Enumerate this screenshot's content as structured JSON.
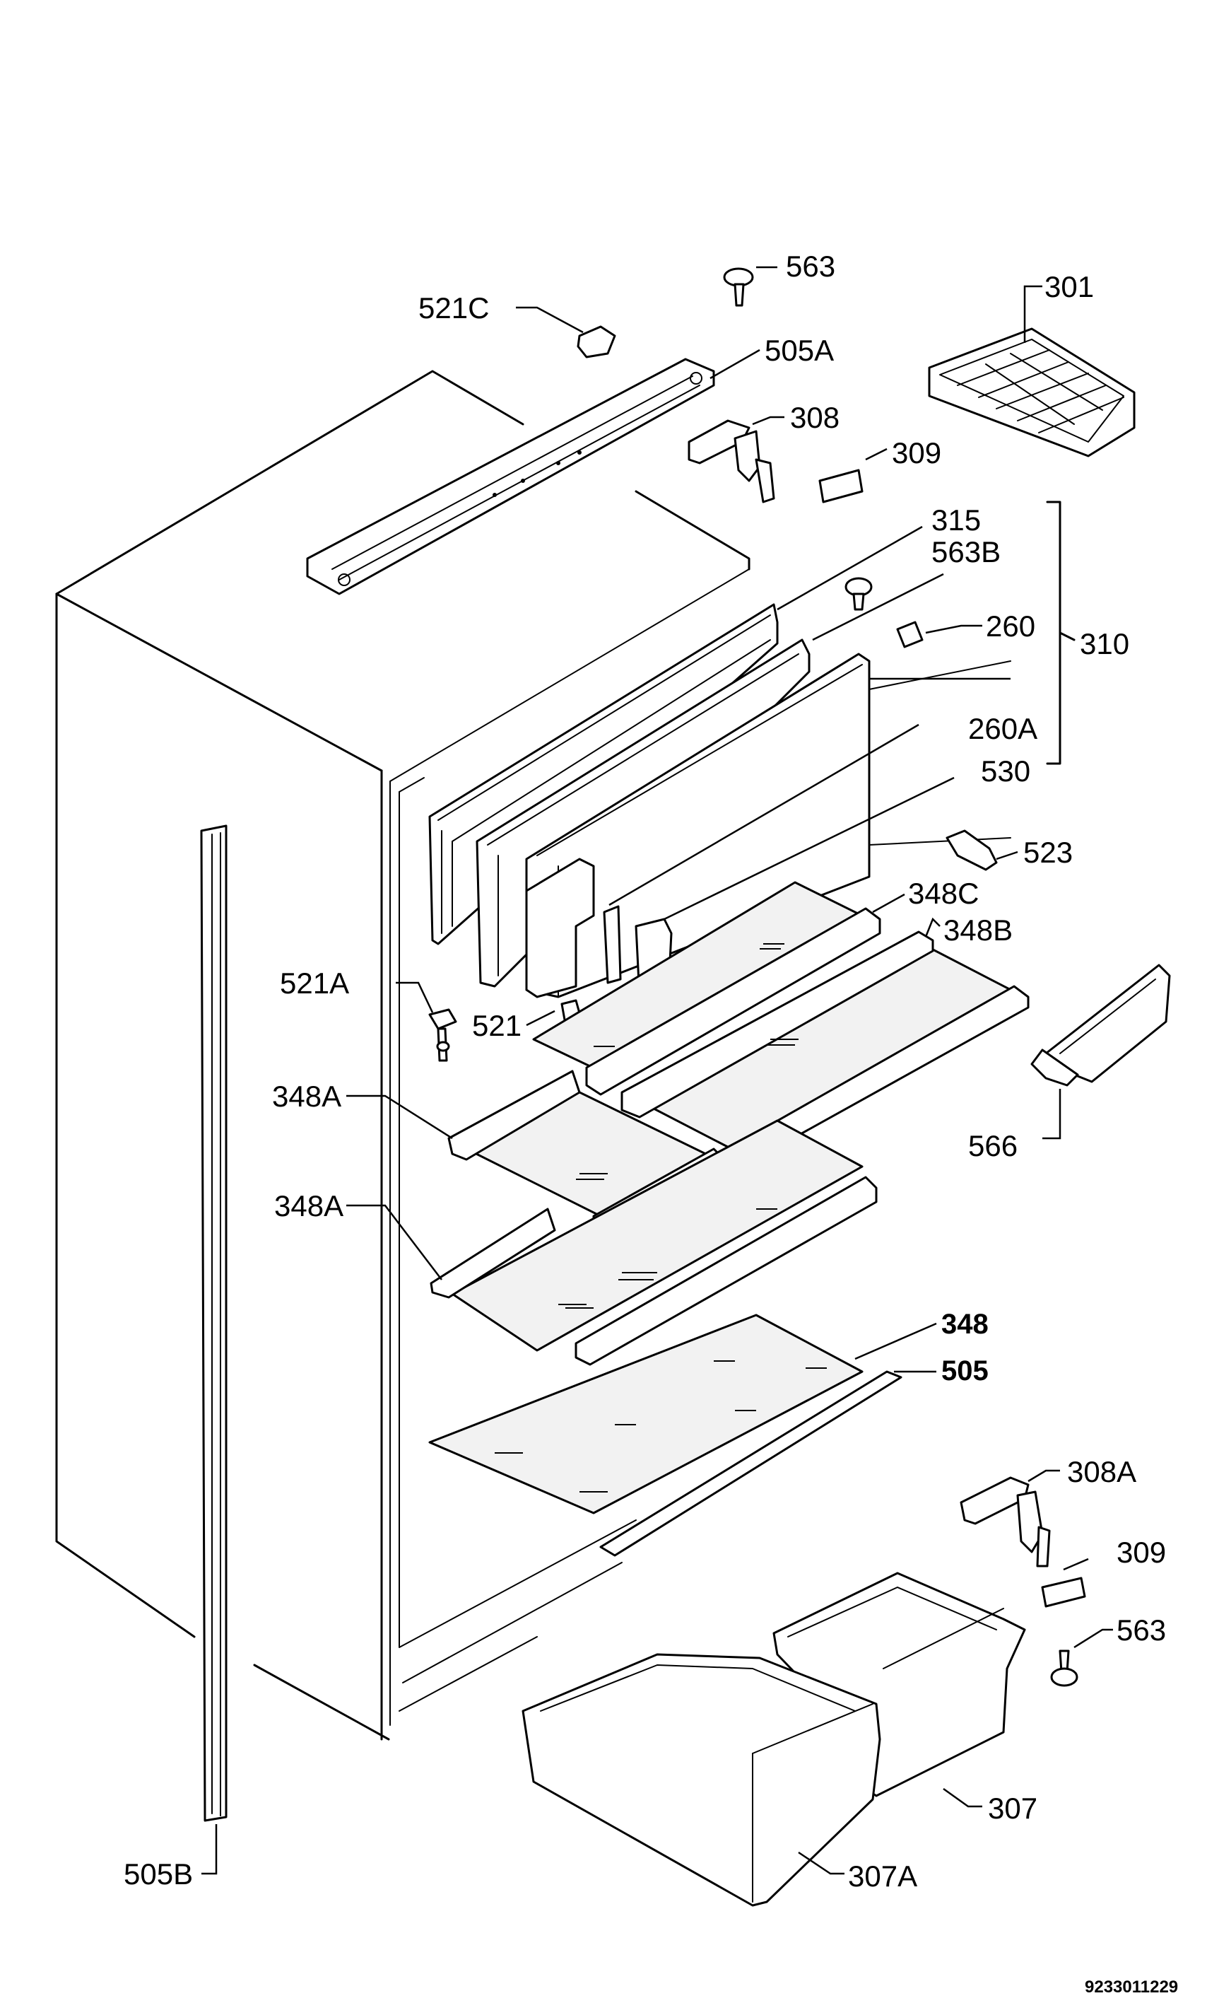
{
  "labels": {
    "l563_top": "563",
    "l301": "301",
    "l521c": "521C",
    "l505a": "505A",
    "l308": "308",
    "l309_top": "309",
    "l315": "315",
    "l563b": "563B",
    "l260": "260",
    "l310": "310",
    "l260a": "260A",
    "l530": "530",
    "l523": "523",
    "l348c": "348C",
    "l348b": "348B",
    "l521a": "521A",
    "l521": "521",
    "l348a_1": "348A",
    "l566": "566",
    "l348a_2": "348A",
    "l348": "348",
    "l505": "505",
    "l308a": "308A",
    "l309_bottom": "309",
    "l563_bottom": "563",
    "l307": "307",
    "l505b": "505B",
    "l307a": "307A"
  },
  "document_number": "9233011229"
}
